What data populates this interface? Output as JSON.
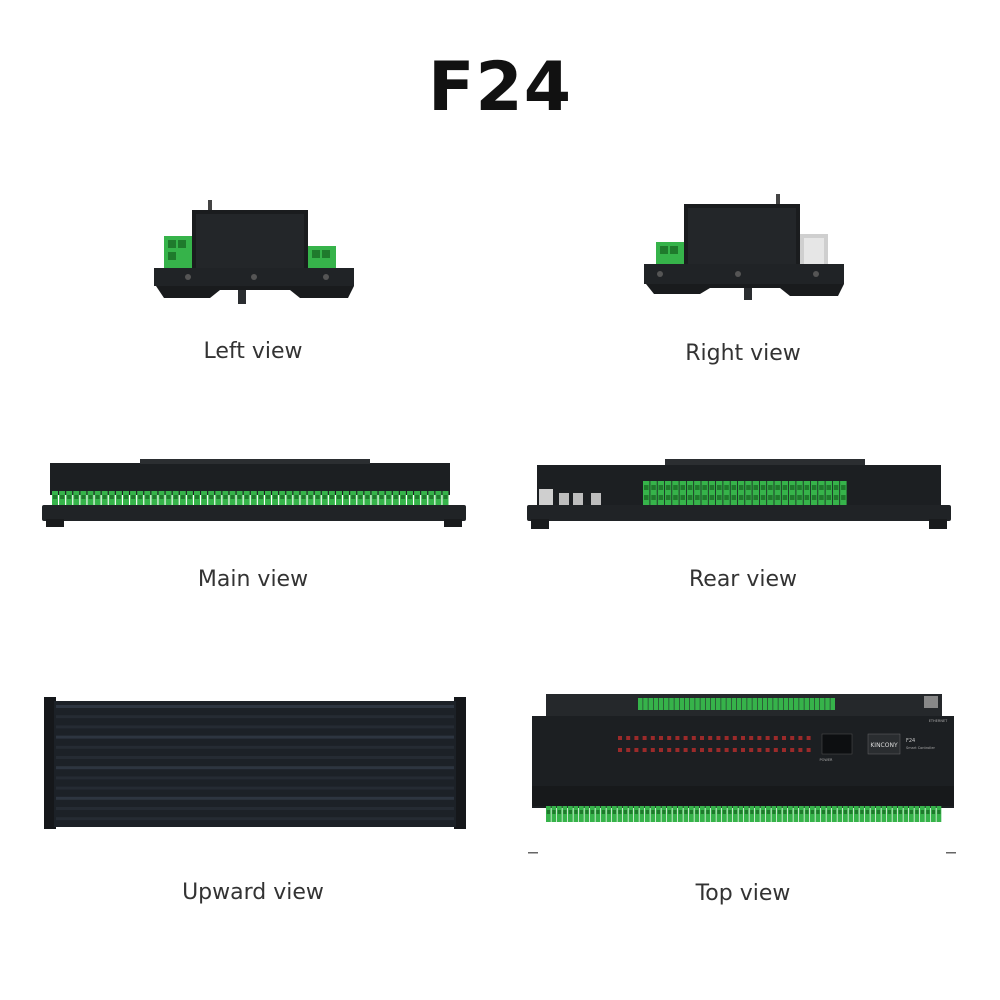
{
  "title": "F24",
  "views": {
    "left": "Left view",
    "right": "Right view",
    "main": "Main view",
    "rear": "Rear view",
    "upward": "Upward view",
    "top": "Top view"
  },
  "colors": {
    "housing": "#1e2124",
    "housing_light": "#33373c",
    "terminal_green": "#36b34a",
    "terminal_dark": "#1f7a2c",
    "led_red": "#9b2a2a"
  },
  "top_view_labels": {
    "brand": "KINCONY",
    "model": "F24",
    "subtitle": "Smart Controller",
    "ethernet": "ETHERNET",
    "power": "POWER"
  }
}
